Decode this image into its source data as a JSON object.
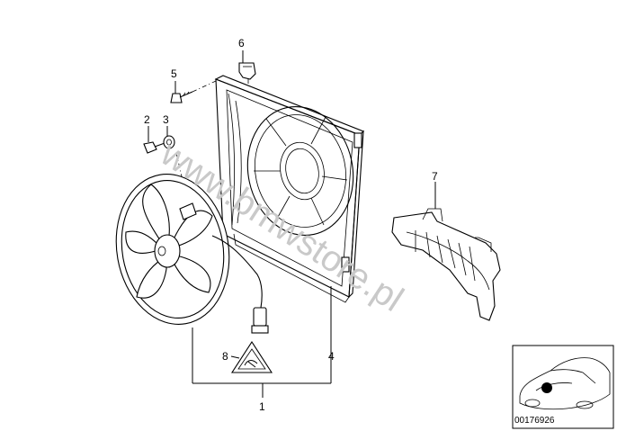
{
  "diagram": {
    "callouts": {
      "c1": "1",
      "c2": "2",
      "c3": "3",
      "c4": "4",
      "c5": "5",
      "c6": "6",
      "c7": "7",
      "c8": "8"
    },
    "watermark": "www.bmwstore.pl",
    "reference_number": "00176926",
    "colors": {
      "line": "#000000",
      "watermark": "#c9c9c9",
      "background": "#ffffff"
    }
  }
}
